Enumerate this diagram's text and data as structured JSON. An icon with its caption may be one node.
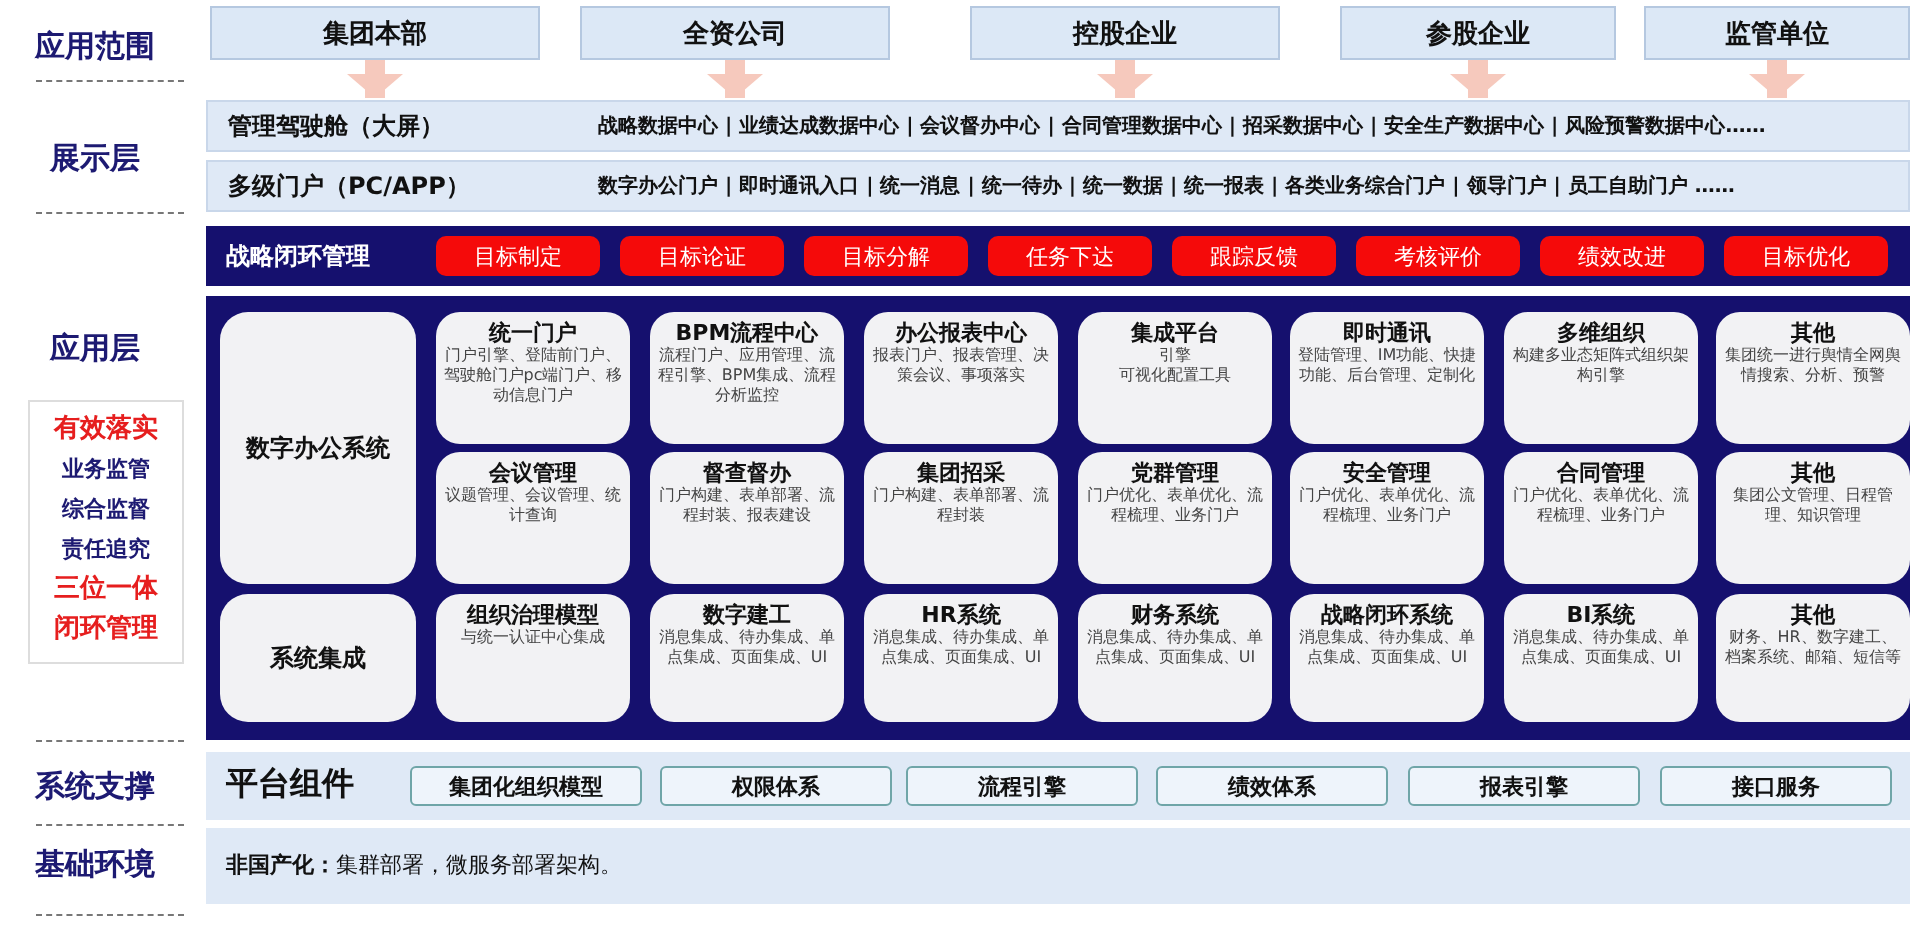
{
  "diagram": {
    "nodes": [
      {
        "text": [
          "集团本部"
        ]
      },
      {
        "text": [
          "全资公司"
        ]
      },
      {
        "text": [
          "控股企业"
        ]
      },
      {
        "text": [
          "参股企业"
        ]
      },
      {
        "text": [
          "监管单位"
        ]
      },
      {
        "text": [
          "管理驾驶舱（大屏）",
          "战略数据中心 | 业绩达成数据中心 | 会议督办中心 | 合同管理数据中心 | 招采数据中心 | 安全生产数据中心 | 风险预警数据中心……"
        ]
      },
      {
        "text": [
          "多级门户（PC/APP）",
          "数字办公门户 | 即时通讯入口 | 统一消息 | 统一待办 | 统一数据 | 统一报表 | 各类业务综合门户 | 领导门户 | 员工自助门户 ……"
        ]
      },
      {
        "text": [
          "战略闭环管理"
        ]
      },
      {
        "text": [
          "目标制定"
        ],
        "in": 7
      },
      {
        "text": [
          "目标论证"
        ],
        "in": 7
      },
      {
        "text": [
          "目标分解"
        ],
        "in": 7
      },
      {
        "text": [
          "任务下达"
        ],
        "in": 7
      },
      {
        "text": [
          "跟踪反馈"
        ],
        "in": 7
      },
      {
        "text": [
          "考核评价"
        ],
        "in": 7
      },
      {
        "text": [
          "绩效改进"
        ],
        "in": 7
      },
      {
        "text": [
          "目标优化"
        ],
        "in": 7
      },
      {
        "text": [],
        "shape": "box"
      },
      {
        "text": [
          "数字办公系统"
        ],
        "in": 16
      },
      {
        "text": [
          "统一门户",
          "门户引擎、登陆前门户、驾驶舱门户pc端门户、移动信息门户"
        ],
        "in": 16
      },
      {
        "text": [
          "BPM流程中心",
          "流程门户、应用管理、流程引擎、BPM集成、流程分析监控"
        ],
        "in": 16
      },
      {
        "text": [
          "办公报表中心",
          "报表门户、报表管理、决策会议、事项落实"
        ],
        "in": 16
      },
      {
        "text": [
          "集成平台",
          "引擎",
          "可视化配置工具"
        ],
        "in": 16
      },
      {
        "text": [
          "即时通讯",
          "登陆管理、IM功能、快捷功能、后台管理、定制化"
        ],
        "in": 16
      },
      {
        "text": [
          "多维组织",
          "构建多业态矩阵式组织架构引擎"
        ],
        "in": 16
      },
      {
        "text": [
          "其他",
          "集团统一进行舆情全网舆情搜索、分析、预警"
        ],
        "in": 16
      },
      {
        "text": [
          "会议管理",
          "议题管理、会议管理、统计查询"
        ],
        "in": 16
      },
      {
        "text": [
          "督查督办",
          "门户构建、表单部署、流程封装、报表建设"
        ],
        "in": 16
      },
      {
        "text": [
          "集团招采",
          "门户构建、表单部署、流程封装"
        ],
        "in": 16
      },
      {
        "text": [
          "党群管理",
          "门户优化、表单优化、流程梳理、业务门户"
        ],
        "in": 16
      },
      {
        "text": [
          "安全管理",
          "门户优化、表单优化、流程梳理、业务门户"
        ],
        "in": 16
      },
      {
        "text": [
          "合同管理",
          "门户优化、表单优化、流程梳理、业务门户"
        ],
        "in": 16
      },
      {
        "text": [
          "其他",
          "集团公文管理、日程管理、知识管理"
        ],
        "in": 16
      },
      {
        "text": [
          "系统集成"
        ],
        "in": 16
      },
      {
        "text": [
          "组织治理模型",
          "与统一认证中心集成"
        ],
        "in": 16
      },
      {
        "text": [
          "数字建工",
          "消息集成、待办集成、单点集成、页面集成、UI"
        ],
        "in": 16
      },
      {
        "text": [
          "HR系统",
          "消息集成、待办集成、单点集成、页面集成、UI"
        ],
        "in": 16
      },
      {
        "text": [
          "财务系统",
          "消息集成、待办集成、单点集成、页面集成、UI"
        ],
        "in": 16
      },
      {
        "text": [
          "战略闭环系统",
          "消息集成、待办集成、单点集成、页面集成、UI"
        ],
        "in": 16
      },
      {
        "text": [
          "BI系统",
          "消息集成、待办集成、单点集成、页面集成、UI"
        ],
        "in": 16
      },
      {
        "text": [
          "其他",
          "财务、HR、数字建工、档案系统、邮箱、短信等"
        ],
        "in": 16
      },
      {
        "text": [
          "有效落实",
          "业务监管",
          "综合监督",
          "责任追究",
          "三位一体",
          "闭环管理"
        ]
      },
      {
        "text": [
          "平台组件"
        ]
      },
      {
        "text": [
          "集团化组织模型"
        ],
        "in": 41
      },
      {
        "text": [
          "权限体系"
        ],
        "in": 41
      },
      {
        "text": [
          "流程引擎"
        ],
        "in": 41
      },
      {
        "text": [
          "绩效体系"
        ],
        "in": 41
      },
      {
        "text": [
          "报表引擎"
        ],
        "in": 41
      },
      {
        "text": [
          "接口服务"
        ],
        "in": 41
      },
      {
        "text": [
          "**非国产化：**集群部署，微服务部署架构。"
        ]
      }
    ],
    "edges": [
      {
        "from": 0,
        "to": 5,
        "arrow": "to"
      },
      {
        "from": 1,
        "to": 5,
        "arrow": "to"
      },
      {
        "from": 2,
        "to": 5,
        "arrow": "to"
      },
      {
        "from": 3,
        "to": 5,
        "arrow": "to"
      },
      {
        "from": 4,
        "to": 5,
        "arrow": "to"
      }
    ],
    "labels": [
      "应用范围",
      "展示层",
      "应用层",
      "系统支撑",
      "基础环境"
    ]
  }
}
